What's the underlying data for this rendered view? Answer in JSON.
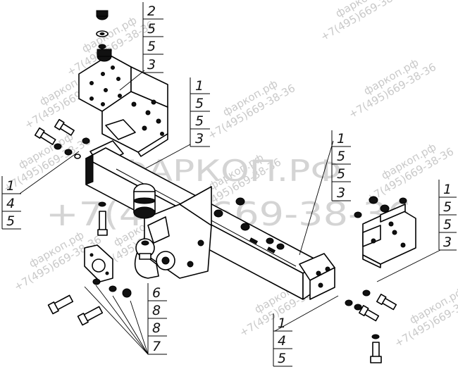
{
  "watermark": {
    "site": "фаркоп.рф",
    "phone": "+7(495)669-38-36",
    "big_site": "ФАРКОП.РФ",
    "big_phone": "+7(495)669-38-36"
  },
  "callouts": [
    {
      "id": "bracket-left-top",
      "digits": [
        "2",
        "5",
        "5",
        "3"
      ]
    },
    {
      "id": "frame-left",
      "digits": [
        "1",
        "5",
        "5",
        "3"
      ]
    },
    {
      "id": "frame-center",
      "digits": [
        "1",
        "5",
        "5",
        "3"
      ]
    },
    {
      "id": "bracket-right",
      "digits": [
        "1",
        "5",
        "5",
        "3"
      ]
    },
    {
      "id": "bolts-left",
      "digits": [
        "1",
        "4",
        "5"
      ]
    },
    {
      "id": "ball-mount",
      "digits": [
        "6",
        "8",
        "8",
        "7"
      ]
    },
    {
      "id": "bolts-bottom",
      "digits": [
        "1",
        "4",
        "5"
      ]
    }
  ]
}
